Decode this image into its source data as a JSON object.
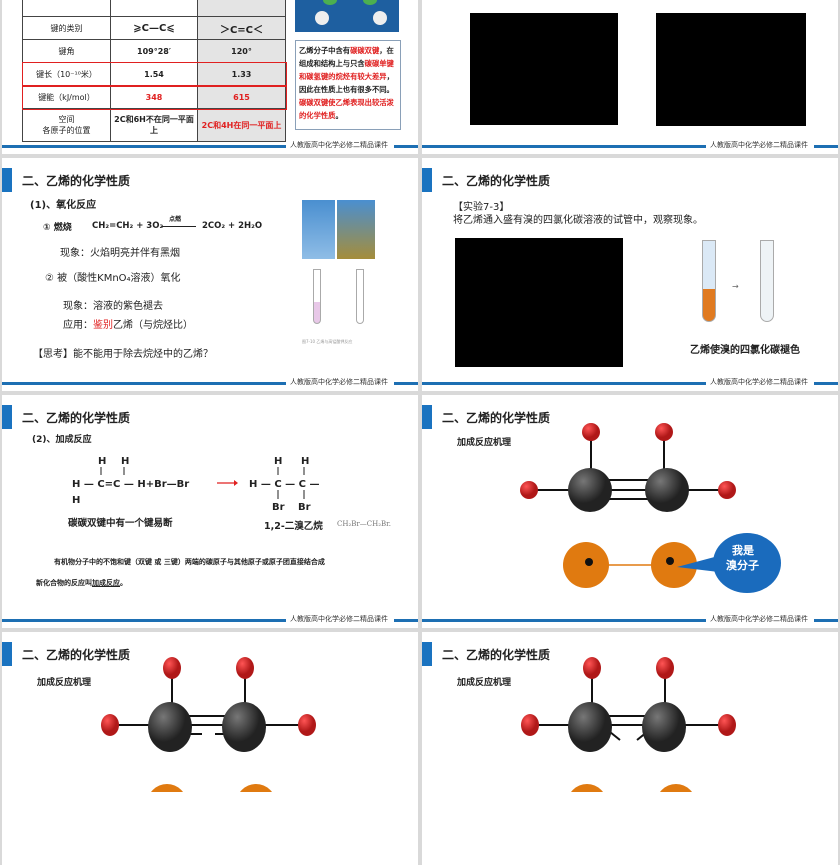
{
  "footer": "人教版高中化学必修二精品课件",
  "section_title": "二、乙烯的化学性质",
  "slide1": {
    "table": [
      [
        "键的类别",
        "⩾C—C⩽",
        "＞C=C＜"
      ],
      [
        "键角",
        "109°28′",
        "120°"
      ],
      [
        "键长（10⁻¹⁰米）",
        "1.54",
        "1.33"
      ],
      [
        "键能（kJ/mol）",
        "348",
        "615"
      ],
      [
        "空间\n各原子的位置",
        "2C和6H不在同一平面上",
        "2C和4H在同一平面上"
      ]
    ],
    "note_parts": [
      "乙烯分子中含有",
      "碳碳双键",
      "，在组成和结构上与只含",
      "碳碳单键和碳氢键的烷烃有较大差异",
      "，因此在性质上也有很多不同。",
      "碳碳双键使乙烯表现出较活泼的化学性质",
      "。"
    ]
  },
  "slide3": {
    "subtitle": "(1)、氧化反应",
    "burn_label": "① 燃烧",
    "eq_left": "CH₂=CH₂ + 3O₂",
    "eq_cond": "点燃",
    "eq_right": "2CO₂ + 2H₂O",
    "phenomenon1": "现象：火焰明亮并伴有黑烟",
    "kmno4": "② 被（酸性KMnO₄溶液）氧化",
    "phenomenon2": "现象：溶液的紫色褪去",
    "app_prefix": "应用：",
    "app_red": "鉴别",
    "app_rest": "乙烯（与烷烃比）",
    "think": "【思考】能不能用于除去烷烃中的乙烯？",
    "caption": "图7-10 乙烯与高锰酸钾反应"
  },
  "slide4": {
    "exp": "【实验7-3】",
    "desc": "将乙烯通入盛有溴的四氯化碳溶液的试管中，观察现象。",
    "caption": "乙烯使溴的四氯化碳褪色"
  },
  "slide5": {
    "subtitle": "(2)、加成反应",
    "note_left": "碳碳双键中有一个键易断",
    "product": "1,2-二溴乙烷",
    "product_formula": "CH₂Br—CH₂Br.",
    "para1": "有机物分子中的不饱和键（双键 或 三键）两端的碳原子与其他原子或原子团直接结合成",
    "para2_prefix": "新化合物的反应叫",
    "para2_link": "加成反应",
    "para2_end": "。"
  },
  "mechanism": {
    "label": "加成反应机理",
    "bubble": [
      "我是",
      "溴分子"
    ]
  },
  "colors": {
    "accent": "#1a73c0",
    "red": "#e02020",
    "carbon": "#3a3a3a",
    "hydrogen": "#d32f2f",
    "bromine": "#e07a10"
  }
}
